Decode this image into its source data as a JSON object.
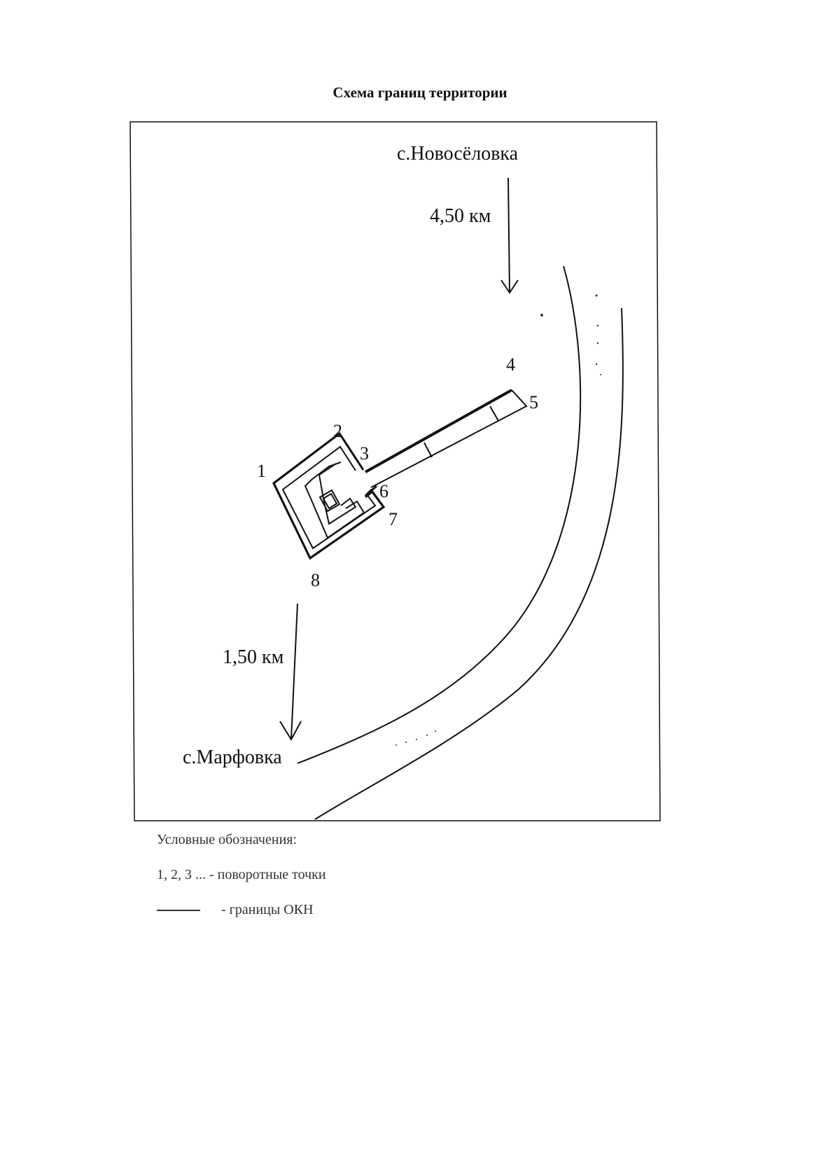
{
  "title": "Схема границ территории",
  "map": {
    "places": {
      "north": "с.Новосёловка",
      "south": "с.Марфовка"
    },
    "distances": {
      "north": "4,50 км",
      "south": "1,50 км"
    },
    "points": [
      {
        "label": "1"
      },
      {
        "label": "2"
      },
      {
        "label": "3"
      },
      {
        "label": "4"
      },
      {
        "label": "5"
      },
      {
        "label": "6"
      },
      {
        "label": "7"
      },
      {
        "label": "8"
      }
    ]
  },
  "legend": {
    "heading": "Условные обозначения:",
    "points": "1, 2, 3 ... - поворотные точки",
    "boundary": "- границы ОКН"
  },
  "colors": {
    "ink": "#111111",
    "legend_ink": "#333333"
  }
}
